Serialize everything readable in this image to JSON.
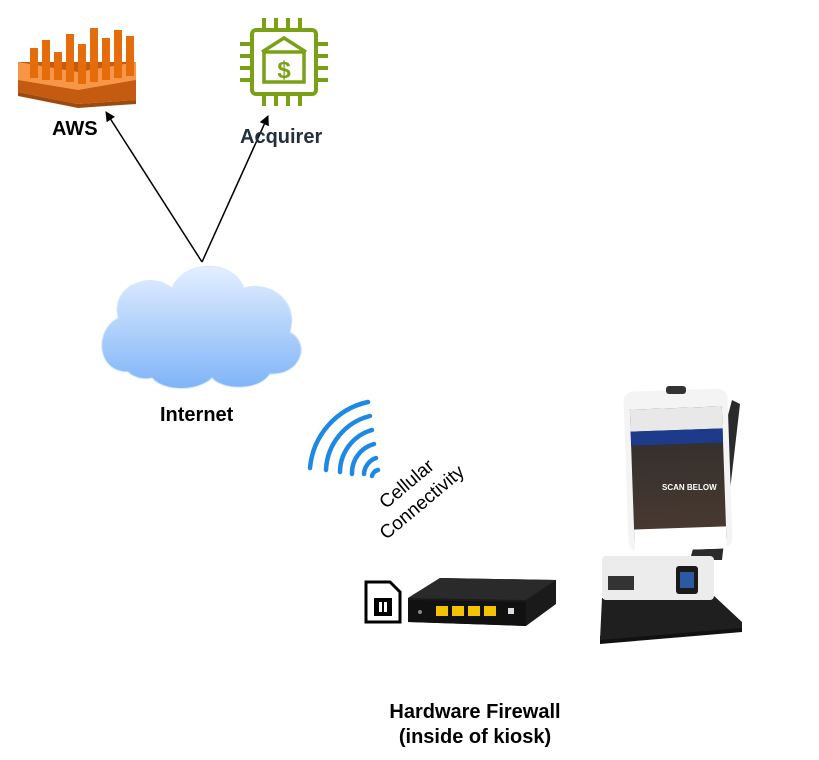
{
  "nodes": {
    "aws": {
      "label": "AWS",
      "icon": "aws-bars-icon",
      "color": "#e46c0a"
    },
    "acquirer": {
      "label": "Acquirer",
      "icon": "bank-chip-icon",
      "color": "#7aa116"
    },
    "internet": {
      "label": "Internet",
      "icon": "cloud-icon",
      "color": "#a9d0ff"
    },
    "cellular": {
      "label_line1": "Cellular",
      "label_line2": "Connectivity",
      "icon": "wifi-signal-icon",
      "color": "#1e88e5"
    },
    "firewall": {
      "label_line1": "Hardware Firewall",
      "label_line2": "(inside of kiosk)",
      "icon": "router-icon"
    },
    "sim": {
      "icon": "sim-card-icon"
    },
    "kiosk": {
      "icon": "kiosk-icon",
      "screen_text": "SCAN BELOW"
    }
  },
  "edges": [
    {
      "from": "internet",
      "to": "aws"
    },
    {
      "from": "internet",
      "to": "acquirer"
    }
  ]
}
